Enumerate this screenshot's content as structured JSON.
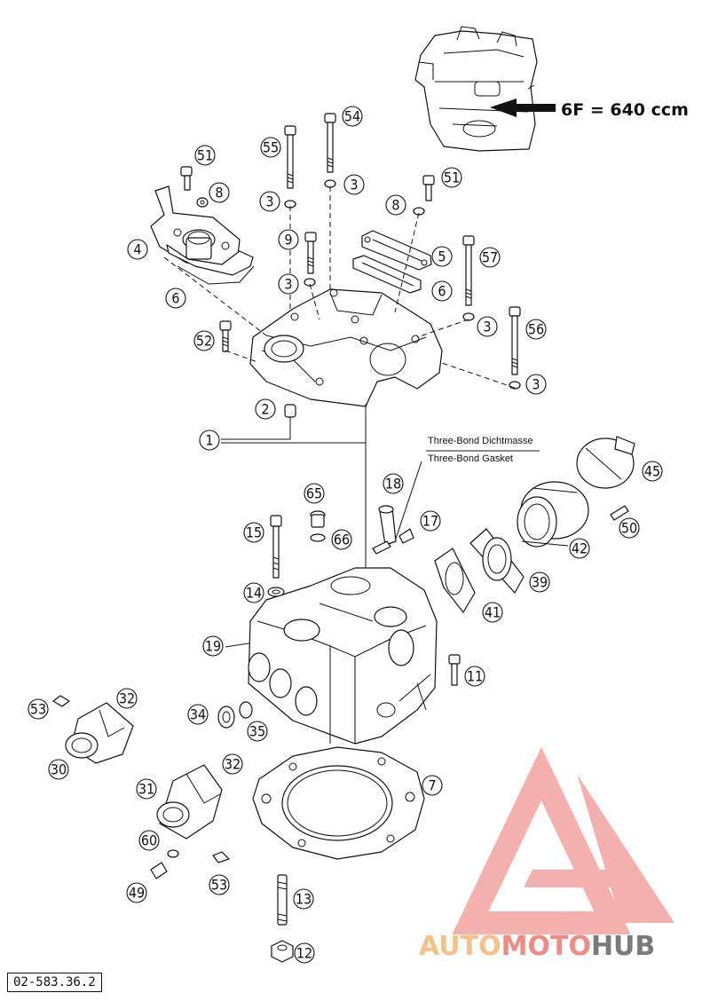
{
  "diagram": {
    "variant_label": "6F = 640 ccm",
    "sealant_note": [
      "Three-Bond Dichtmasse",
      "Three-Bond Gasket"
    ],
    "document_ref": "02-583.36.2",
    "watermark": {
      "part1": "AUTO",
      "part2": "MOTO",
      "part3": "HUB",
      "colors": {
        "auto": "#f6c08a",
        "moto": "#ef8a84",
        "hub": "#7a7a7a",
        "logo": "#f2a3a0"
      }
    },
    "callouts": [
      {
        "id": "c51a",
        "num": "51"
      },
      {
        "id": "c8a",
        "num": "8"
      },
      {
        "id": "c4",
        "num": "4"
      },
      {
        "id": "c6a",
        "num": "6"
      },
      {
        "id": "c55",
        "num": "55"
      },
      {
        "id": "c54",
        "num": "54"
      },
      {
        "id": "c3a",
        "num": "3"
      },
      {
        "id": "c3b",
        "num": "3"
      },
      {
        "id": "c9",
        "num": "9"
      },
      {
        "id": "c3c",
        "num": "3"
      },
      {
        "id": "c51b",
        "num": "51"
      },
      {
        "id": "c8b",
        "num": "8"
      },
      {
        "id": "c5",
        "num": "5"
      },
      {
        "id": "c57",
        "num": "57"
      },
      {
        "id": "c6b",
        "num": "6"
      },
      {
        "id": "c3d",
        "num": "3"
      },
      {
        "id": "c56",
        "num": "56"
      },
      {
        "id": "c3e",
        "num": "3"
      },
      {
        "id": "c52",
        "num": "52"
      },
      {
        "id": "c2",
        "num": "2"
      },
      {
        "id": "c1",
        "num": "1"
      },
      {
        "id": "c18",
        "num": "18"
      },
      {
        "id": "c17",
        "num": "17"
      },
      {
        "id": "c45",
        "num": "45"
      },
      {
        "id": "c50",
        "num": "50"
      },
      {
        "id": "c42",
        "num": "42"
      },
      {
        "id": "c39",
        "num": "39"
      },
      {
        "id": "c41",
        "num": "41"
      },
      {
        "id": "c65",
        "num": "65"
      },
      {
        "id": "c66",
        "num": "66"
      },
      {
        "id": "c15",
        "num": "15"
      },
      {
        "id": "c14",
        "num": "14"
      },
      {
        "id": "c19",
        "num": "19"
      },
      {
        "id": "c11",
        "num": "11"
      },
      {
        "id": "c53a",
        "num": "53"
      },
      {
        "id": "c32a",
        "num": "32"
      },
      {
        "id": "c34",
        "num": "34"
      },
      {
        "id": "c35",
        "num": "35"
      },
      {
        "id": "c30",
        "num": "30"
      },
      {
        "id": "c32b",
        "num": "32"
      },
      {
        "id": "c31",
        "num": "31"
      },
      {
        "id": "c7",
        "num": "7"
      },
      {
        "id": "c60",
        "num": "60"
      },
      {
        "id": "c53b",
        "num": "53"
      },
      {
        "id": "c49",
        "num": "49"
      },
      {
        "id": "c13",
        "num": "13"
      },
      {
        "id": "c12",
        "num": "12"
      }
    ]
  }
}
